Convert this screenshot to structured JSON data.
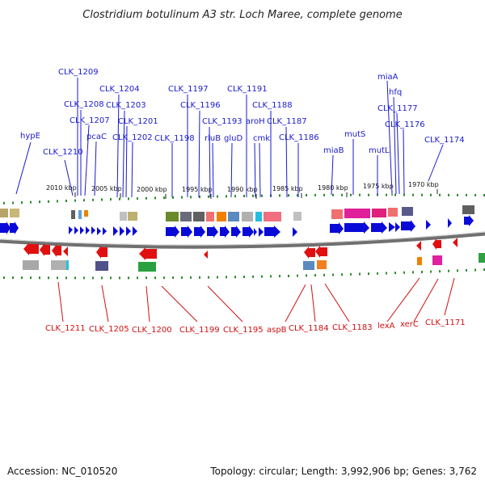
{
  "title": "Clostridium botulinum A3 str. Loch Maree, complete genome",
  "footer": {
    "accession": "Accession: NC_010520",
    "summary": "Topology: circular; Length: 3,992,906 bp; Genes: 3,762"
  },
  "scale_labels": [
    "2010 kbp",
    "2005 kbp",
    "2000 kbp",
    "1995 kbp",
    "1990 kbp",
    "1985 kbp",
    "1980 kbp",
    "1975 kbp",
    "1970 kbp"
  ],
  "top_labels": [
    "CLK_1209",
    "CLK_1208",
    "CLK_1207",
    "pcaC",
    "CLK_1210",
    "hypE",
    "CLK_1204",
    "CLK_1203",
    "CLK_1201",
    "CLK_1202",
    "CLK_1198",
    "CLK_1197",
    "CLK_1196",
    "CLK_1193",
    "rluB",
    "gluD",
    "CLK_1191",
    "aroH",
    "cmk",
    "CLK_1188",
    "CLK_1187",
    "CLK_1186",
    "miaB",
    "mutS",
    "mutL",
    "miaA",
    "hfq",
    "CLK_1177",
    "CLK_1176",
    "CLK_1174"
  ],
  "bottom_labels": [
    "CLK_1211",
    "CLK_1205",
    "CLK_1200",
    "CLK_1199",
    "CLK_1195",
    "aspB",
    "CLK_1184",
    "CLK_1183",
    "lexA",
    "xerC",
    "CLK_1171"
  ],
  "colors": {
    "forward_strand": "#0a0ad8",
    "reverse_strand": "#e01010",
    "top_label": "#1a1ad0",
    "bottom_label": "#d01010",
    "backbone": "#707070",
    "tick": "#2e8b2e"
  }
}
